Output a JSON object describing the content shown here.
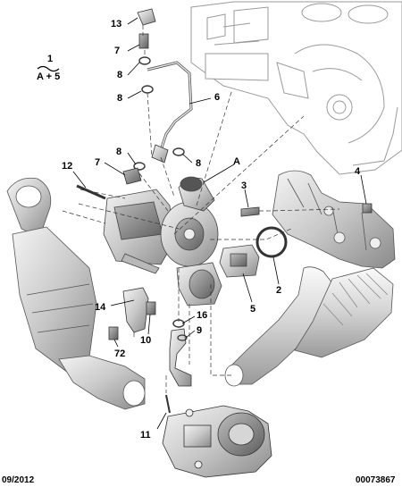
{
  "legend": {
    "number": "1",
    "formula": "A + 5"
  },
  "footer": {
    "date": "09/2012",
    "reference": "00073867"
  },
  "callouts": {
    "c13": "13",
    "c7a": "7",
    "c8a": "8",
    "c8b": "8",
    "c6": "6",
    "c8c": "8",
    "c7b": "7",
    "c8d": "8",
    "cA": "A",
    "c12": "12",
    "c4": "4",
    "c3": "3",
    "c2": "2",
    "c5": "5",
    "c14": "14",
    "c16": "16",
    "c9": "9",
    "c10": "10",
    "c72": "72",
    "c11": "11"
  }
}
